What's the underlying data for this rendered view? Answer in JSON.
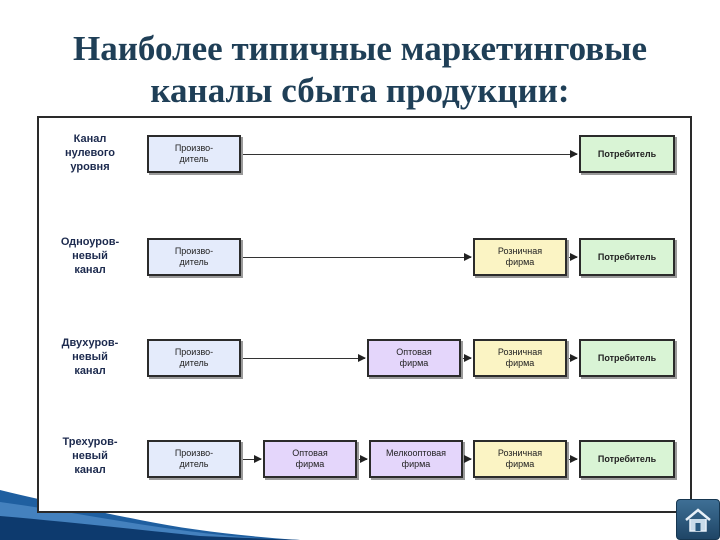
{
  "title": {
    "line1": "Наиболее типичные маркетинговые",
    "line2": "каналы сбыта продукции:"
  },
  "rows": [
    {
      "label": [
        "Канал",
        "нулевого",
        "уровня"
      ],
      "boxes": [
        {
          "role": "producer",
          "lines": [
            "Произво-",
            "дитель"
          ]
        },
        {
          "role": "consumer",
          "lines": [
            "Потребитель"
          ]
        }
      ]
    },
    {
      "label": [
        "Одноуров-",
        "невый",
        "канал"
      ],
      "boxes": [
        {
          "role": "producer",
          "lines": [
            "Произво-",
            "дитель"
          ]
        },
        {
          "role": "retail",
          "lines": [
            "Розничная",
            "фирма"
          ]
        },
        {
          "role": "consumer",
          "lines": [
            "Потребитель"
          ]
        }
      ]
    },
    {
      "label": [
        "Двухуров-",
        "невый",
        "канал"
      ],
      "boxes": [
        {
          "role": "producer",
          "lines": [
            "Произво-",
            "дитель"
          ]
        },
        {
          "role": "wholesale",
          "lines": [
            "Оптовая",
            "фирма"
          ]
        },
        {
          "role": "retail",
          "lines": [
            "Розничная",
            "фирма"
          ]
        },
        {
          "role": "consumer",
          "lines": [
            "Потребитель"
          ]
        }
      ]
    },
    {
      "label": [
        "Трехуров-",
        "невый",
        "канал"
      ],
      "boxes": [
        {
          "role": "producer",
          "lines": [
            "Произво-",
            "дитель"
          ]
        },
        {
          "role": "wholesale",
          "lines": [
            "Оптовая",
            "фирма"
          ]
        },
        {
          "role": "small_wholesale",
          "lines": [
            "Мелкооптовая",
            "фирма"
          ]
        },
        {
          "role": "retail",
          "lines": [
            "Розничная",
            "фирма"
          ]
        },
        {
          "role": "consumer",
          "lines": [
            "Потребитель"
          ]
        }
      ]
    }
  ],
  "colors": {
    "title": "#1f3f57",
    "producer": "#e4ebfb",
    "wholesale": "#e4d6fb",
    "retail": "#fbf4c4",
    "consumer": "#d9f4d5",
    "wave": "#1f5fa0"
  },
  "icons": {
    "home_button": "home-icon",
    "decoration": "blue-wave-decoration"
  }
}
